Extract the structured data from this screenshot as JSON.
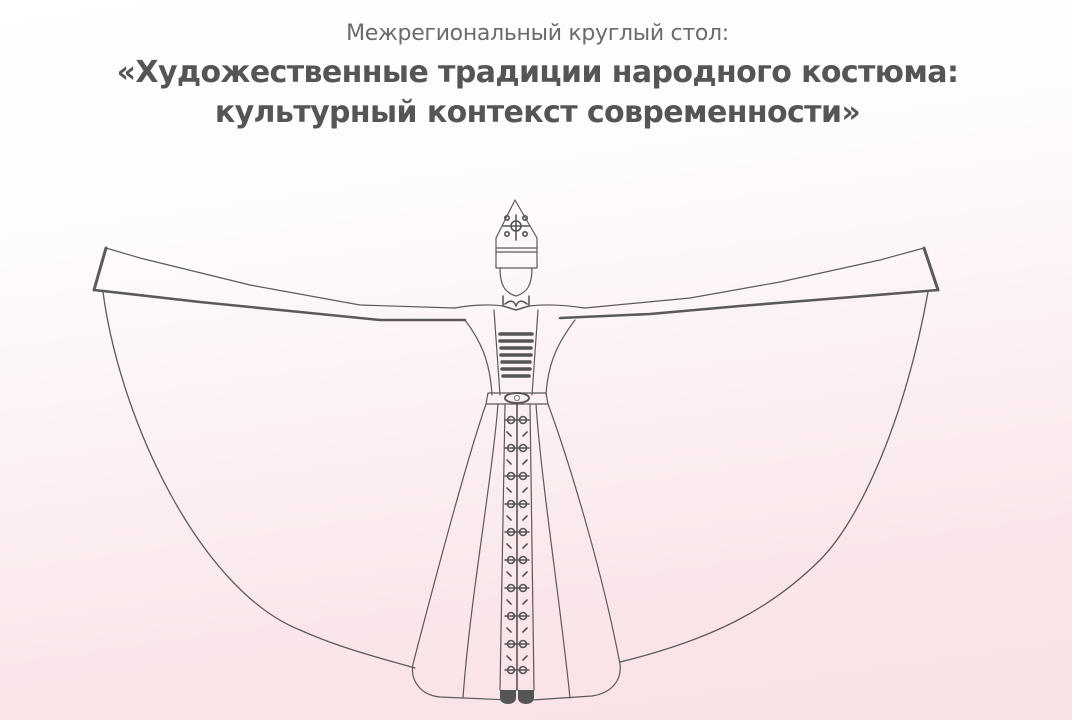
{
  "header": {
    "subtitle": "Межрегиональный круглый стол:",
    "title_line1": "«Художественные традиции народного костюма:",
    "title_line2": "культурный контекст современности»"
  },
  "illustration": {
    "description": "line-art sketch of a traditional Caucasian women's costume with outstretched wing-like sleeves, tall embroidered hat, belt and ornamented central panel",
    "line_color": "#5a5a5a",
    "fill_color": "#555555"
  },
  "colors": {
    "background_top": "#ffffff",
    "background_bottom": "#f9e2e6",
    "title_text": "#555555",
    "subtitle_text": "#6b6b6b"
  }
}
